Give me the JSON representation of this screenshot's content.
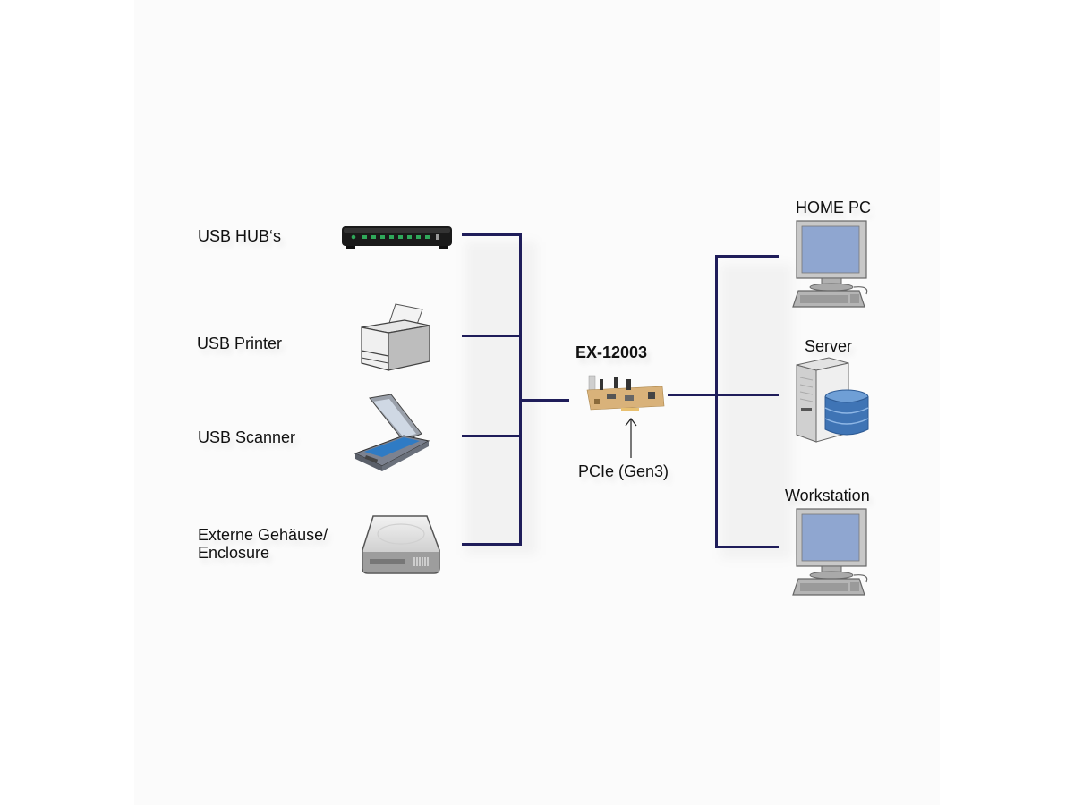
{
  "diagram": {
    "center": {
      "title": "EX-12003",
      "bus_label": "PCIe (Gen3)",
      "icon": "pcie-card-icon"
    },
    "left_devices": [
      {
        "label": "USB HUB‘s",
        "icon": "usb-hub-icon"
      },
      {
        "label": "USB Printer",
        "icon": "printer-icon"
      },
      {
        "label": "USB Scanner",
        "icon": "scanner-icon"
      },
      {
        "label_line1": "Externe Gehäuse/",
        "label_line2": "Enclosure",
        "icon": "hard-drive-icon"
      }
    ],
    "right_hosts": [
      {
        "label": "HOME PC",
        "icon": "desktop-pc-icon"
      },
      {
        "label": "Server",
        "icon": "server-database-icon"
      },
      {
        "label": "Workstation",
        "icon": "workstation-icon"
      }
    ],
    "colors": {
      "connector_line": "#1f1d5a",
      "monitor_screen": "#8fa6d0",
      "database": "#3f74b5",
      "pcb": "#d9b27a"
    }
  }
}
